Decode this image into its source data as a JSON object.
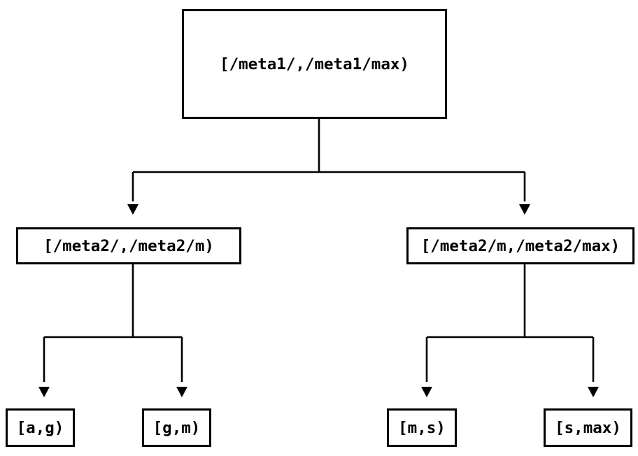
{
  "diagram": {
    "type": "tree",
    "background_color": "#ffffff",
    "line_color": "#000000",
    "text_color": "#000000",
    "nodes": {
      "root": {
        "label": "[/meta1/,/meta1/max)"
      },
      "left": {
        "label": "[/meta2/,/meta2/m)"
      },
      "right": {
        "label": "[/meta2/m,/meta2/max)"
      },
      "left_left": {
        "label": "[a,g)"
      },
      "left_right": {
        "label": "[g,m)"
      },
      "right_left": {
        "label": "[m,s)"
      },
      "right_right": {
        "label": "[s,max)"
      }
    },
    "edges": [
      {
        "from": "root",
        "to": "left"
      },
      {
        "from": "root",
        "to": "right"
      },
      {
        "from": "left",
        "to": "left_left"
      },
      {
        "from": "left",
        "to": "left_right"
      },
      {
        "from": "right",
        "to": "right_left"
      },
      {
        "from": "right",
        "to": "right_right"
      }
    ]
  }
}
